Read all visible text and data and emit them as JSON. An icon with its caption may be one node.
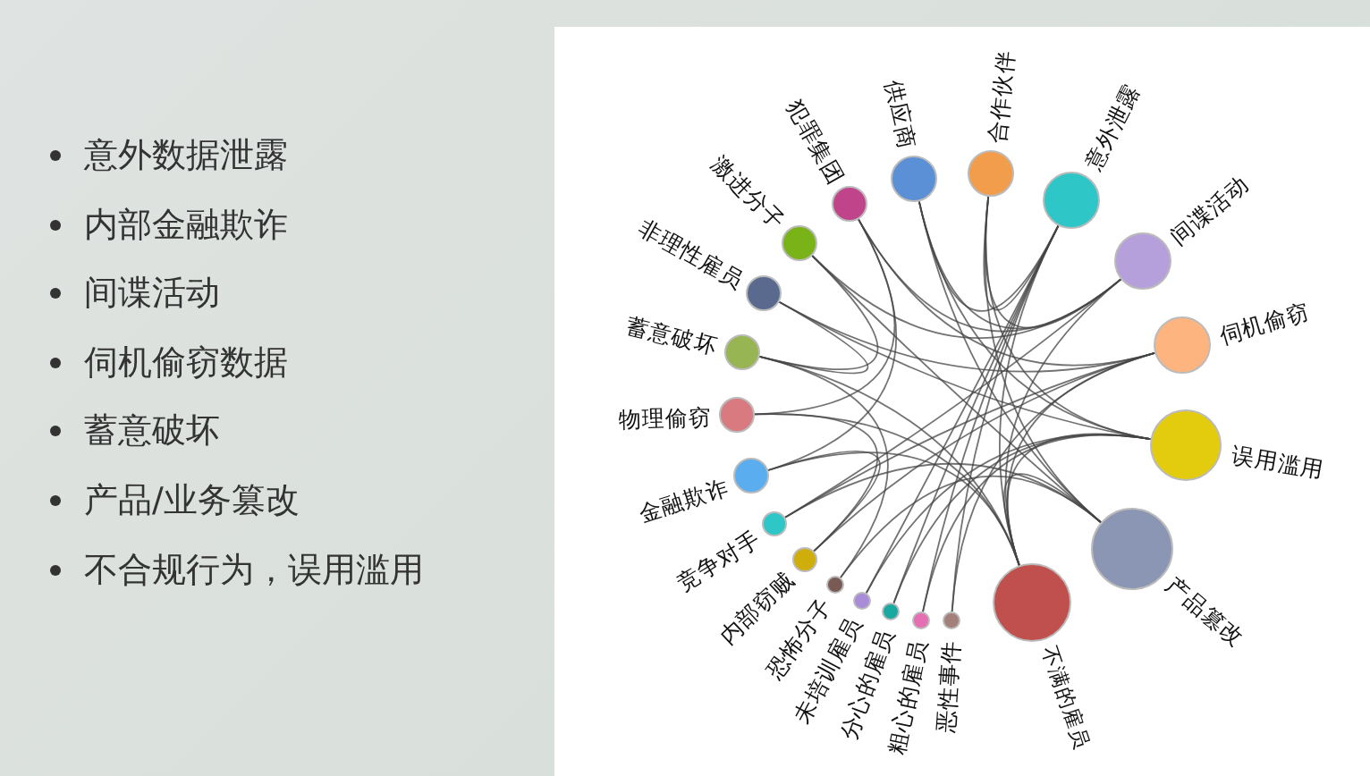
{
  "diagram": {
    "nodes": [
      {
        "text": [
          "蓄意破坏"
        ]
      },
      {
        "text": [
          "非理性雇员"
        ]
      },
      {
        "text": [
          "激进分子"
        ]
      },
      {
        "text": [
          "犯罪集团"
        ]
      },
      {
        "text": [
          "供应商"
        ]
      },
      {
        "text": [
          "合作伙伴"
        ]
      },
      {
        "text": [
          "意外泄露"
        ]
      },
      {
        "text": [
          "间谍活动"
        ]
      },
      {
        "text": [
          "伺机偷窃"
        ]
      },
      {
        "text": [
          "误用滥用"
        ]
      },
      {
        "text": [
          "产品篡改"
        ]
      },
      {
        "text": [
          "不满的雇员"
        ]
      },
      {
        "text": [
          "恶性事件"
        ]
      },
      {
        "text": [
          "粗心的雇员"
        ]
      },
      {
        "text": [
          "分心的雇员"
        ]
      },
      {
        "text": [
          "未培训雇员"
        ]
      },
      {
        "text": [
          "恐怖分子"
        ]
      },
      {
        "text": [
          "内部窃贼"
        ]
      },
      {
        "text": [
          "竞争对手"
        ]
      },
      {
        "text": [
          "金融欺诈"
        ]
      },
      {
        "text": [
          "物理偷窃"
        ]
      }
    ],
    "edges": [
      {
        "from": 1,
        "to": 0,
        "arrow": "none"
      },
      {
        "from": 1,
        "to": 8,
        "arrow": "none"
      },
      {
        "from": 1,
        "to": 9,
        "arrow": "none"
      },
      {
        "from": 2,
        "to": 0,
        "arrow": "none"
      },
      {
        "from": 2,
        "to": 7,
        "arrow": "none"
      },
      {
        "from": 2,
        "to": 10,
        "arrow": "none"
      },
      {
        "from": 3,
        "to": 19,
        "arrow": "none"
      },
      {
        "from": 3,
        "to": 20,
        "arrow": "none"
      },
      {
        "from": 3,
        "to": 8,
        "arrow": "none"
      },
      {
        "from": 3,
        "to": 7,
        "arrow": "none"
      },
      {
        "from": 4,
        "to": 6,
        "arrow": "none"
      },
      {
        "from": 4,
        "to": 10,
        "arrow": "none"
      },
      {
        "from": 4,
        "to": 9,
        "arrow": "none"
      },
      {
        "from": 4,
        "to": 7,
        "arrow": "none"
      },
      {
        "from": 5,
        "to": 6,
        "arrow": "none"
      },
      {
        "from": 5,
        "to": 7,
        "arrow": "none"
      },
      {
        "from": 5,
        "to": 9,
        "arrow": "none"
      },
      {
        "from": 5,
        "to": 10,
        "arrow": "none"
      },
      {
        "from": 11,
        "to": 0,
        "arrow": "none"
      },
      {
        "from": 11,
        "to": 6,
        "arrow": "none"
      },
      {
        "from": 11,
        "to": 7,
        "arrow": "none"
      },
      {
        "from": 11,
        "to": 8,
        "arrow": "none"
      },
      {
        "from": 11,
        "to": 9,
        "arrow": "none"
      },
      {
        "from": 11,
        "to": 10,
        "arrow": "none"
      },
      {
        "from": 11,
        "to": 19,
        "arrow": "none"
      },
      {
        "from": 11,
        "to": 20,
        "arrow": "none"
      },
      {
        "from": 12,
        "to": 6,
        "arrow": "none"
      },
      {
        "from": 12,
        "to": 8,
        "arrow": "none"
      },
      {
        "from": 13,
        "to": 6,
        "arrow": "none"
      },
      {
        "from": 13,
        "to": 9,
        "arrow": "none"
      },
      {
        "from": 14,
        "to": 6,
        "arrow": "none"
      },
      {
        "from": 14,
        "to": 9,
        "arrow": "none"
      },
      {
        "from": 15,
        "to": 6,
        "arrow": "none"
      },
      {
        "from": 15,
        "to": 9,
        "arrow": "none"
      },
      {
        "from": 16,
        "to": 0,
        "arrow": "none"
      },
      {
        "from": 16,
        "to": 10,
        "arrow": "none"
      },
      {
        "from": 17,
        "to": 8,
        "arrow": "none"
      },
      {
        "from": 17,
        "to": 19,
        "arrow": "none"
      },
      {
        "from": 17,
        "to": 20,
        "arrow": "none"
      },
      {
        "from": 18,
        "to": 7,
        "arrow": "none"
      },
      {
        "from": 18,
        "to": 10,
        "arrow": "none"
      },
      {
        "from": 18,
        "to": 8,
        "arrow": "none"
      }
    ],
    "labels": [
      "意外数据泄露",
      "内部金融欺诈",
      "间谍活动",
      "伺机偷窃数据",
      "蓄意破坏",
      "产品/业务篡改",
      "不合规行为，误用滥用"
    ]
  }
}
